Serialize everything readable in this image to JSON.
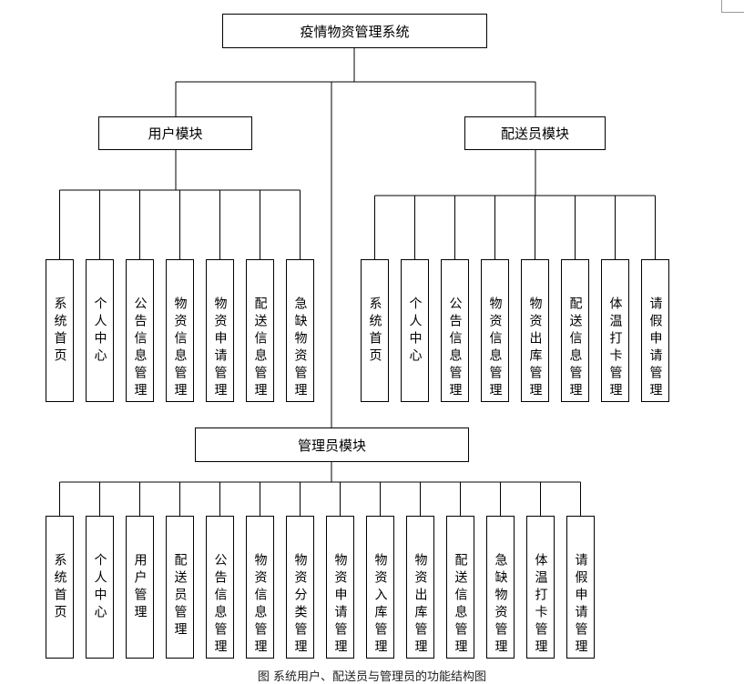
{
  "diagram": {
    "root": "疫情物资管理系统",
    "user_module": {
      "title": "用户模块",
      "items": [
        "系统首页",
        "个人中心",
        "公告信息管理",
        "物资信息管理",
        "物资申请管理",
        "配送信息管理",
        "急缺物资管理"
      ]
    },
    "courier_module": {
      "title": "配送员模块",
      "items": [
        "系统首页",
        "个人中心",
        "公告信息管理",
        "物资信息管理",
        "物资出库管理",
        "配送信息管理",
        "体温打卡管理",
        "请假申请管理"
      ]
    },
    "admin_module": {
      "title": "管理员模块",
      "items": [
        "系统首页",
        "个人中心",
        "用户管理",
        "配送员管理",
        "公告信息管理",
        "物资信息管理",
        "物资分类管理",
        "物资申请管理",
        "物资入库管理",
        "物资出库管理",
        "配送信息管理",
        "急缺物资管理",
        "体温打卡管理",
        "请假申请管理"
      ]
    },
    "caption": "图 系统用户、配送员与管理员的功能结构图"
  }
}
